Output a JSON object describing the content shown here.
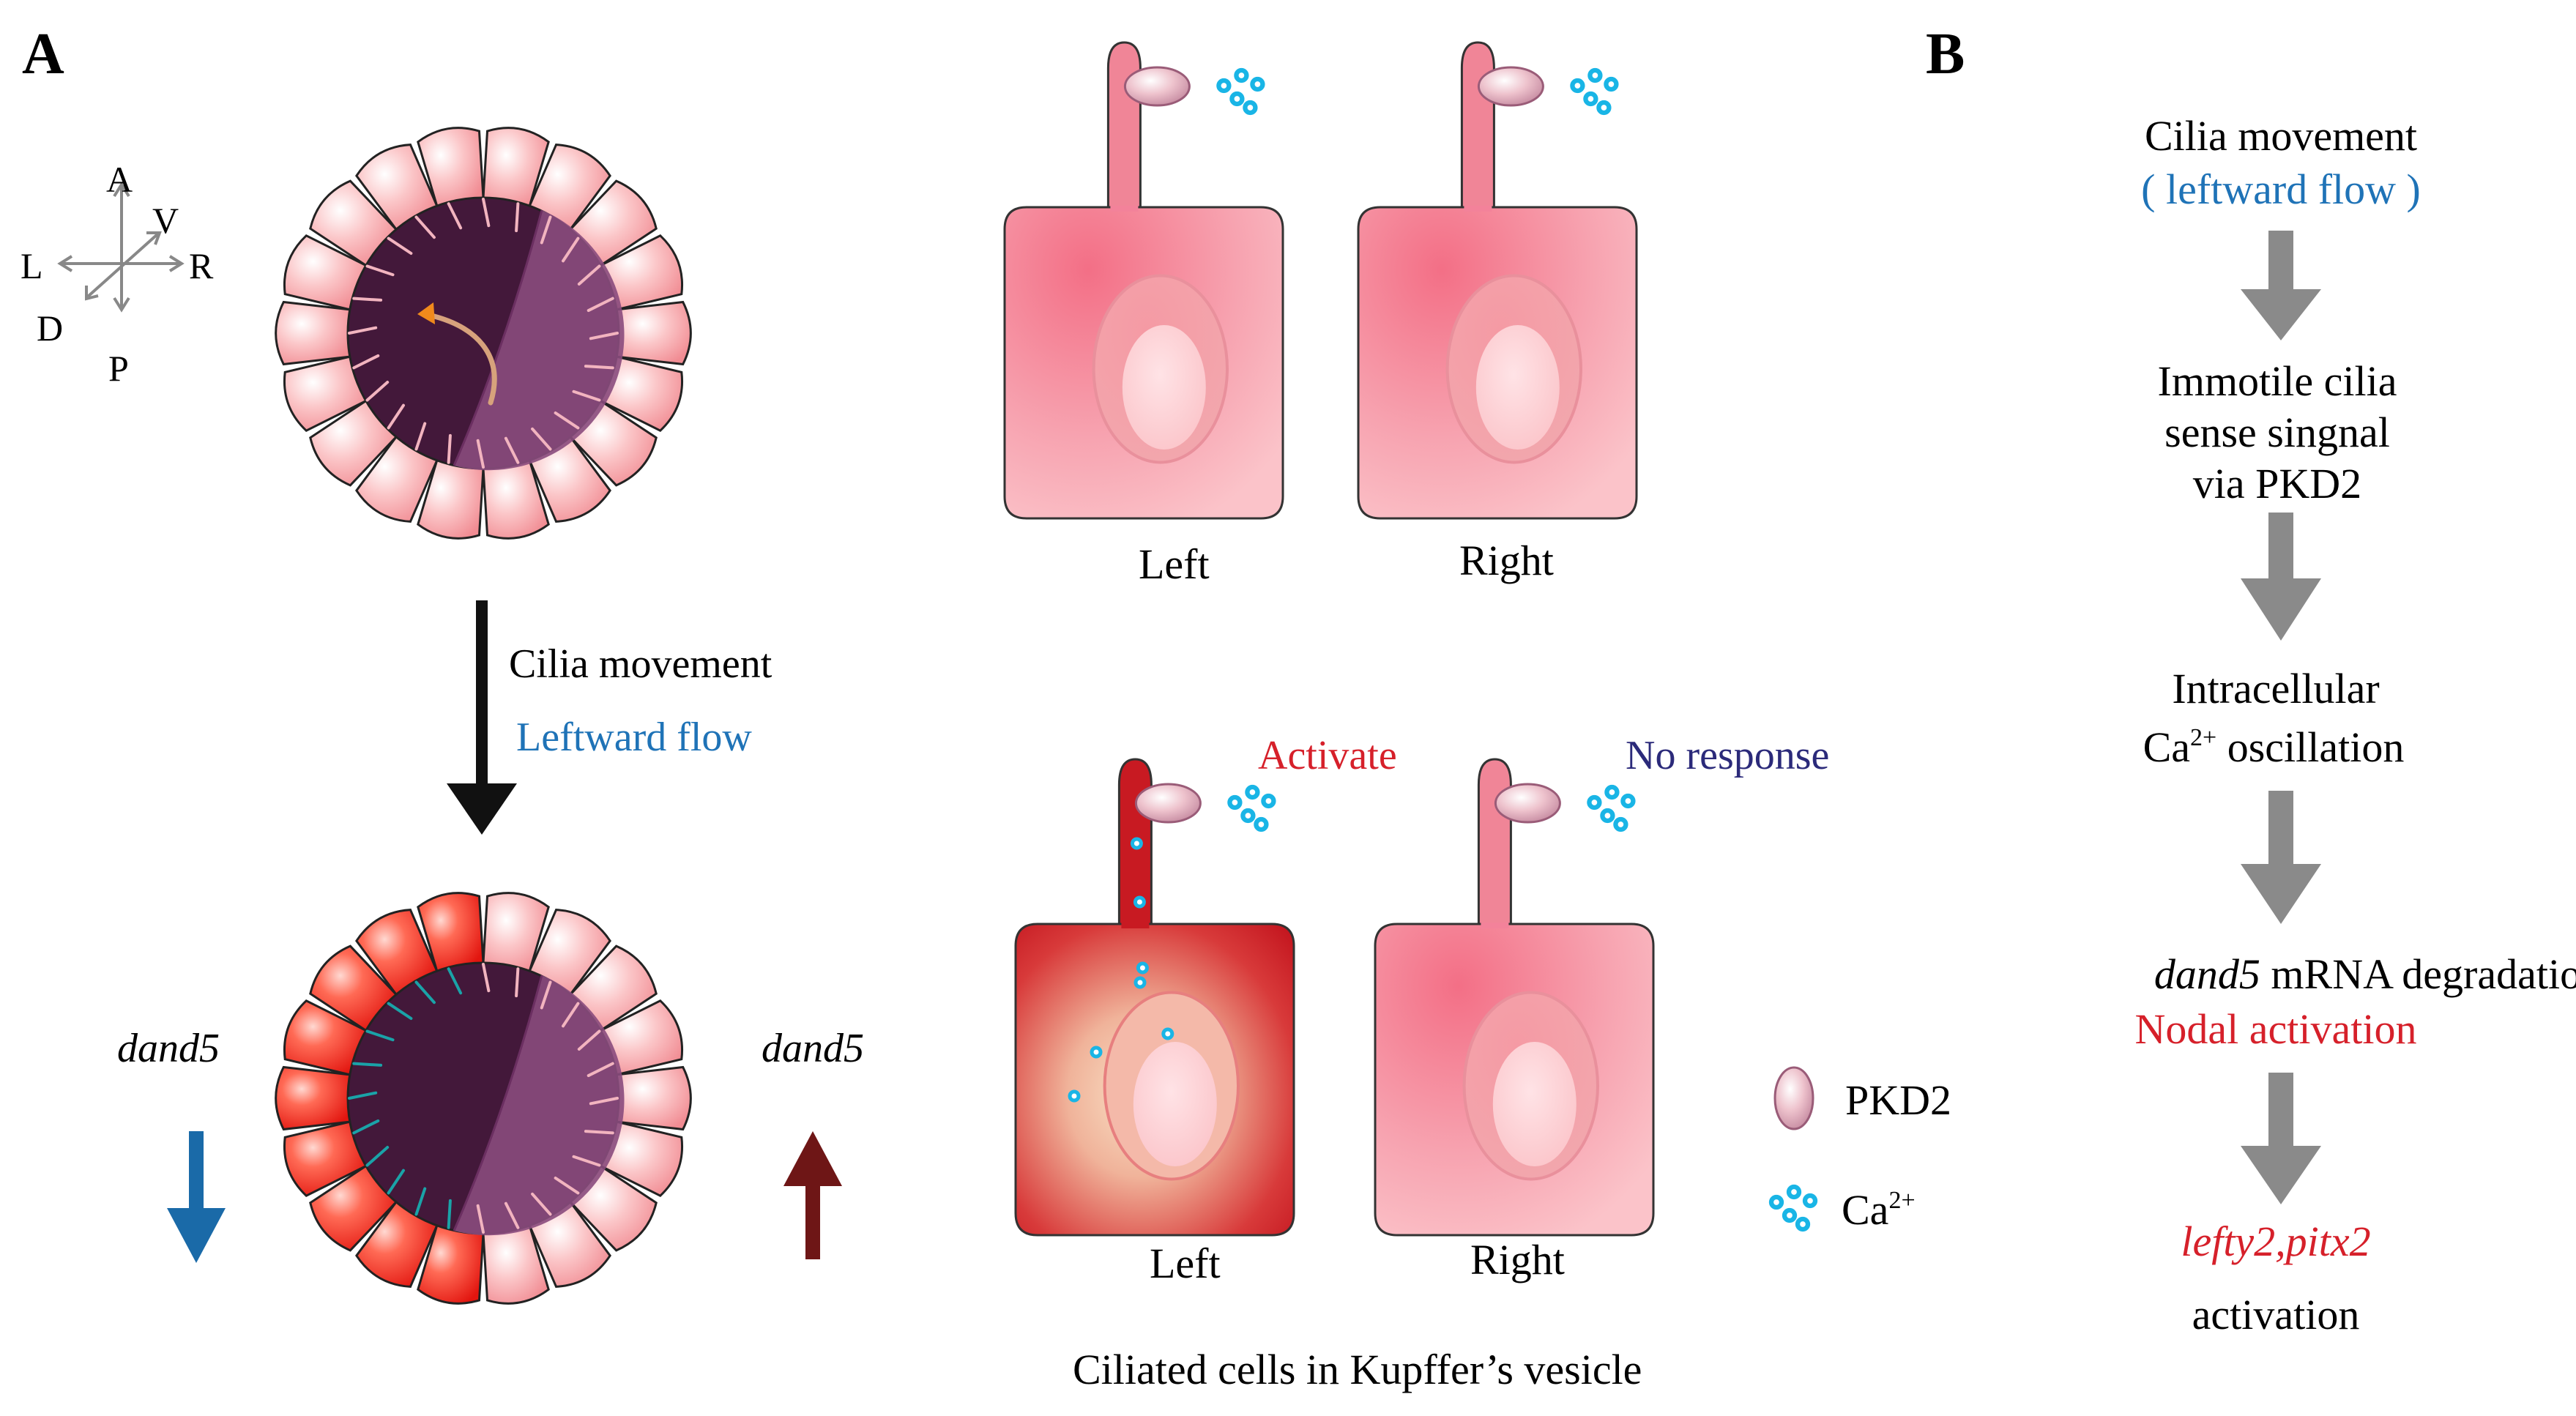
{
  "panel_a": {
    "label": "A",
    "axes": {
      "a": "A",
      "v": "V",
      "l": "L",
      "r": "R",
      "d": "D",
      "p": "P"
    },
    "flow_line1": "Cilia movement",
    "flow_line2": "Leftward flow",
    "dand5_left": "dand5",
    "dand5_right": "dand5",
    "top_cells": {
      "left": "Left",
      "right": "Right"
    },
    "bottom_cells": {
      "left": "Left",
      "right": "Right",
      "activate": "Activate",
      "no_response": "No response"
    },
    "legend": {
      "pkd2": "PKD2",
      "ca_base": "Ca",
      "ca_sup": "2+"
    },
    "caption": "Ciliated cells in Kupffer’s vesicle"
  },
  "panel_b": {
    "label": "B",
    "step1_line1": "Cilia movement",
    "step1_line2": "( leftward flow )",
    "step2_line1": "Immotile cilia",
    "step2_line2": "sense singnal",
    "step2_line3": "via PKD2",
    "step3_line1": "Intracellular",
    "step3_ca": "Ca",
    "step3_sup": "2+",
    "step3_rest": " oscillation",
    "step4_gene": "dand5",
    "step4_rest": " mRNA degradation",
    "step4_line2": "Nodal activation",
    "step5_line1": "lefty2,pitx2",
    "step5_line2": "activation"
  },
  "colors": {
    "blue_text": "#1f73b7",
    "red_text": "#d6202a",
    "navy_text": "#2b2a7a",
    "gray_arrow": "#8a8a8a",
    "down_arrow_blue": "#1a6aa8",
    "up_arrow_dark": "#6e1616"
  }
}
